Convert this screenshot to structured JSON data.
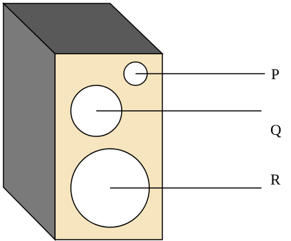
{
  "diagram": {
    "colors": {
      "box_top": "#595959",
      "box_side": "#7a7a7a",
      "box_front": "#f6e5bf",
      "cone": "#ffffff",
      "outline": "#000000"
    },
    "callouts": [
      {
        "id": "p",
        "label": "P",
        "depicts": "small-speaker-cone"
      },
      {
        "id": "q",
        "label": "Q",
        "depicts": "medium-speaker-cone"
      },
      {
        "id": "r",
        "label": "R",
        "depicts": "large-speaker-cone"
      }
    ]
  }
}
